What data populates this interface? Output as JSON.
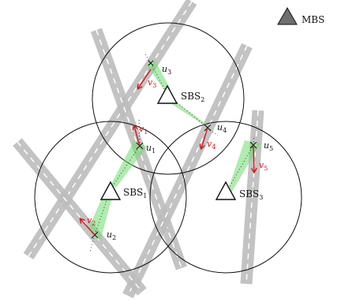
{
  "legend": {
    "label": "MBS",
    "icon": "filled-triangle-icon",
    "color": "#6f6f6f"
  },
  "colors": {
    "road": "#bdbdbd",
    "lane_marking": "#ffffff",
    "beam": "#6ddc6d",
    "velocity": "#d7141a",
    "cell_boundary": "#111111"
  },
  "base_stations": [
    {
      "id": "sbs1",
      "label": "SBS",
      "sub": "1"
    },
    {
      "id": "sbs2",
      "label": "SBS",
      "sub": "2"
    },
    {
      "id": "sbs3",
      "label": "SBS",
      "sub": "3"
    }
  ],
  "users": [
    {
      "id": "u1",
      "label": "u",
      "sub": "1",
      "vel": "v",
      "vsub": "1"
    },
    {
      "id": "u2",
      "label": "u",
      "sub": "2",
      "vel": "v",
      "vsub": "2"
    },
    {
      "id": "u3",
      "label": "u",
      "sub": "3",
      "vel": "v",
      "vsub": "3"
    },
    {
      "id": "u4",
      "label": "u",
      "sub": "4",
      "vel": "v",
      "vsub": "4"
    },
    {
      "id": "u5",
      "label": "u",
      "sub": "5",
      "vel": "v",
      "vsub": "5"
    }
  ]
}
